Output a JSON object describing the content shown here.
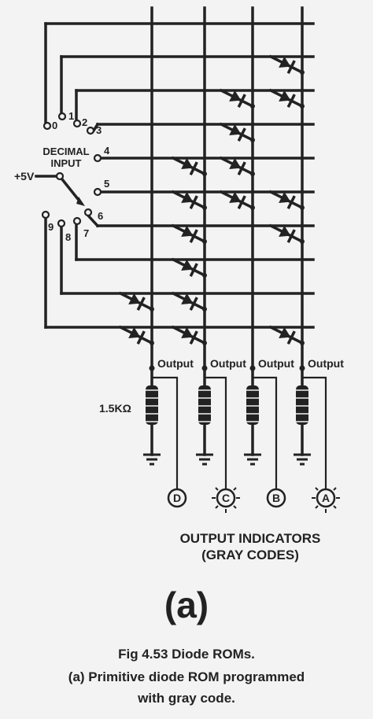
{
  "diagram": {
    "decimal_input_label_line1": "DECIMAL",
    "decimal_input_label_line2": "INPUT",
    "supply_label": "+5V",
    "input_numbers": [
      "0",
      "1",
      "2",
      "3",
      "4",
      "5",
      "6",
      "7",
      "8",
      "9"
    ],
    "output_label": "Output",
    "resistor_label": "1.5KΩ",
    "indicator_letters": [
      "D",
      "C",
      "B",
      "A"
    ],
    "indicators_lit": [
      false,
      true,
      false,
      true
    ],
    "output_indicators_line1": "OUTPUT INDICATORS",
    "output_indicators_line2": "(GRAY CODES)",
    "gray_code_rows": [
      {
        "input": "0",
        "D": 0,
        "C": 0,
        "B": 0,
        "A": 0
      },
      {
        "input": "1",
        "D": 0,
        "C": 0,
        "B": 0,
        "A": 1
      },
      {
        "input": "2",
        "D": 0,
        "C": 0,
        "B": 1,
        "A": 1
      },
      {
        "input": "3",
        "D": 0,
        "C": 0,
        "B": 1,
        "A": 0
      },
      {
        "input": "4",
        "D": 0,
        "C": 1,
        "B": 1,
        "A": 0
      },
      {
        "input": "5",
        "D": 0,
        "C": 1,
        "B": 1,
        "A": 1
      },
      {
        "input": "6",
        "D": 0,
        "C": 1,
        "B": 0,
        "A": 1
      },
      {
        "input": "7",
        "D": 0,
        "C": 1,
        "B": 0,
        "A": 0
      },
      {
        "input": "8",
        "D": 1,
        "C": 1,
        "B": 0,
        "A": 0
      },
      {
        "input": "9",
        "D": 1,
        "C": 1,
        "B": 0,
        "A": 1
      }
    ]
  },
  "caption": {
    "figure_label": "(a)",
    "line1": "Fig 4.53 Diode ROMs.",
    "line2": "(a) Primitive diode ROM programmed",
    "line3": "with gray code."
  }
}
